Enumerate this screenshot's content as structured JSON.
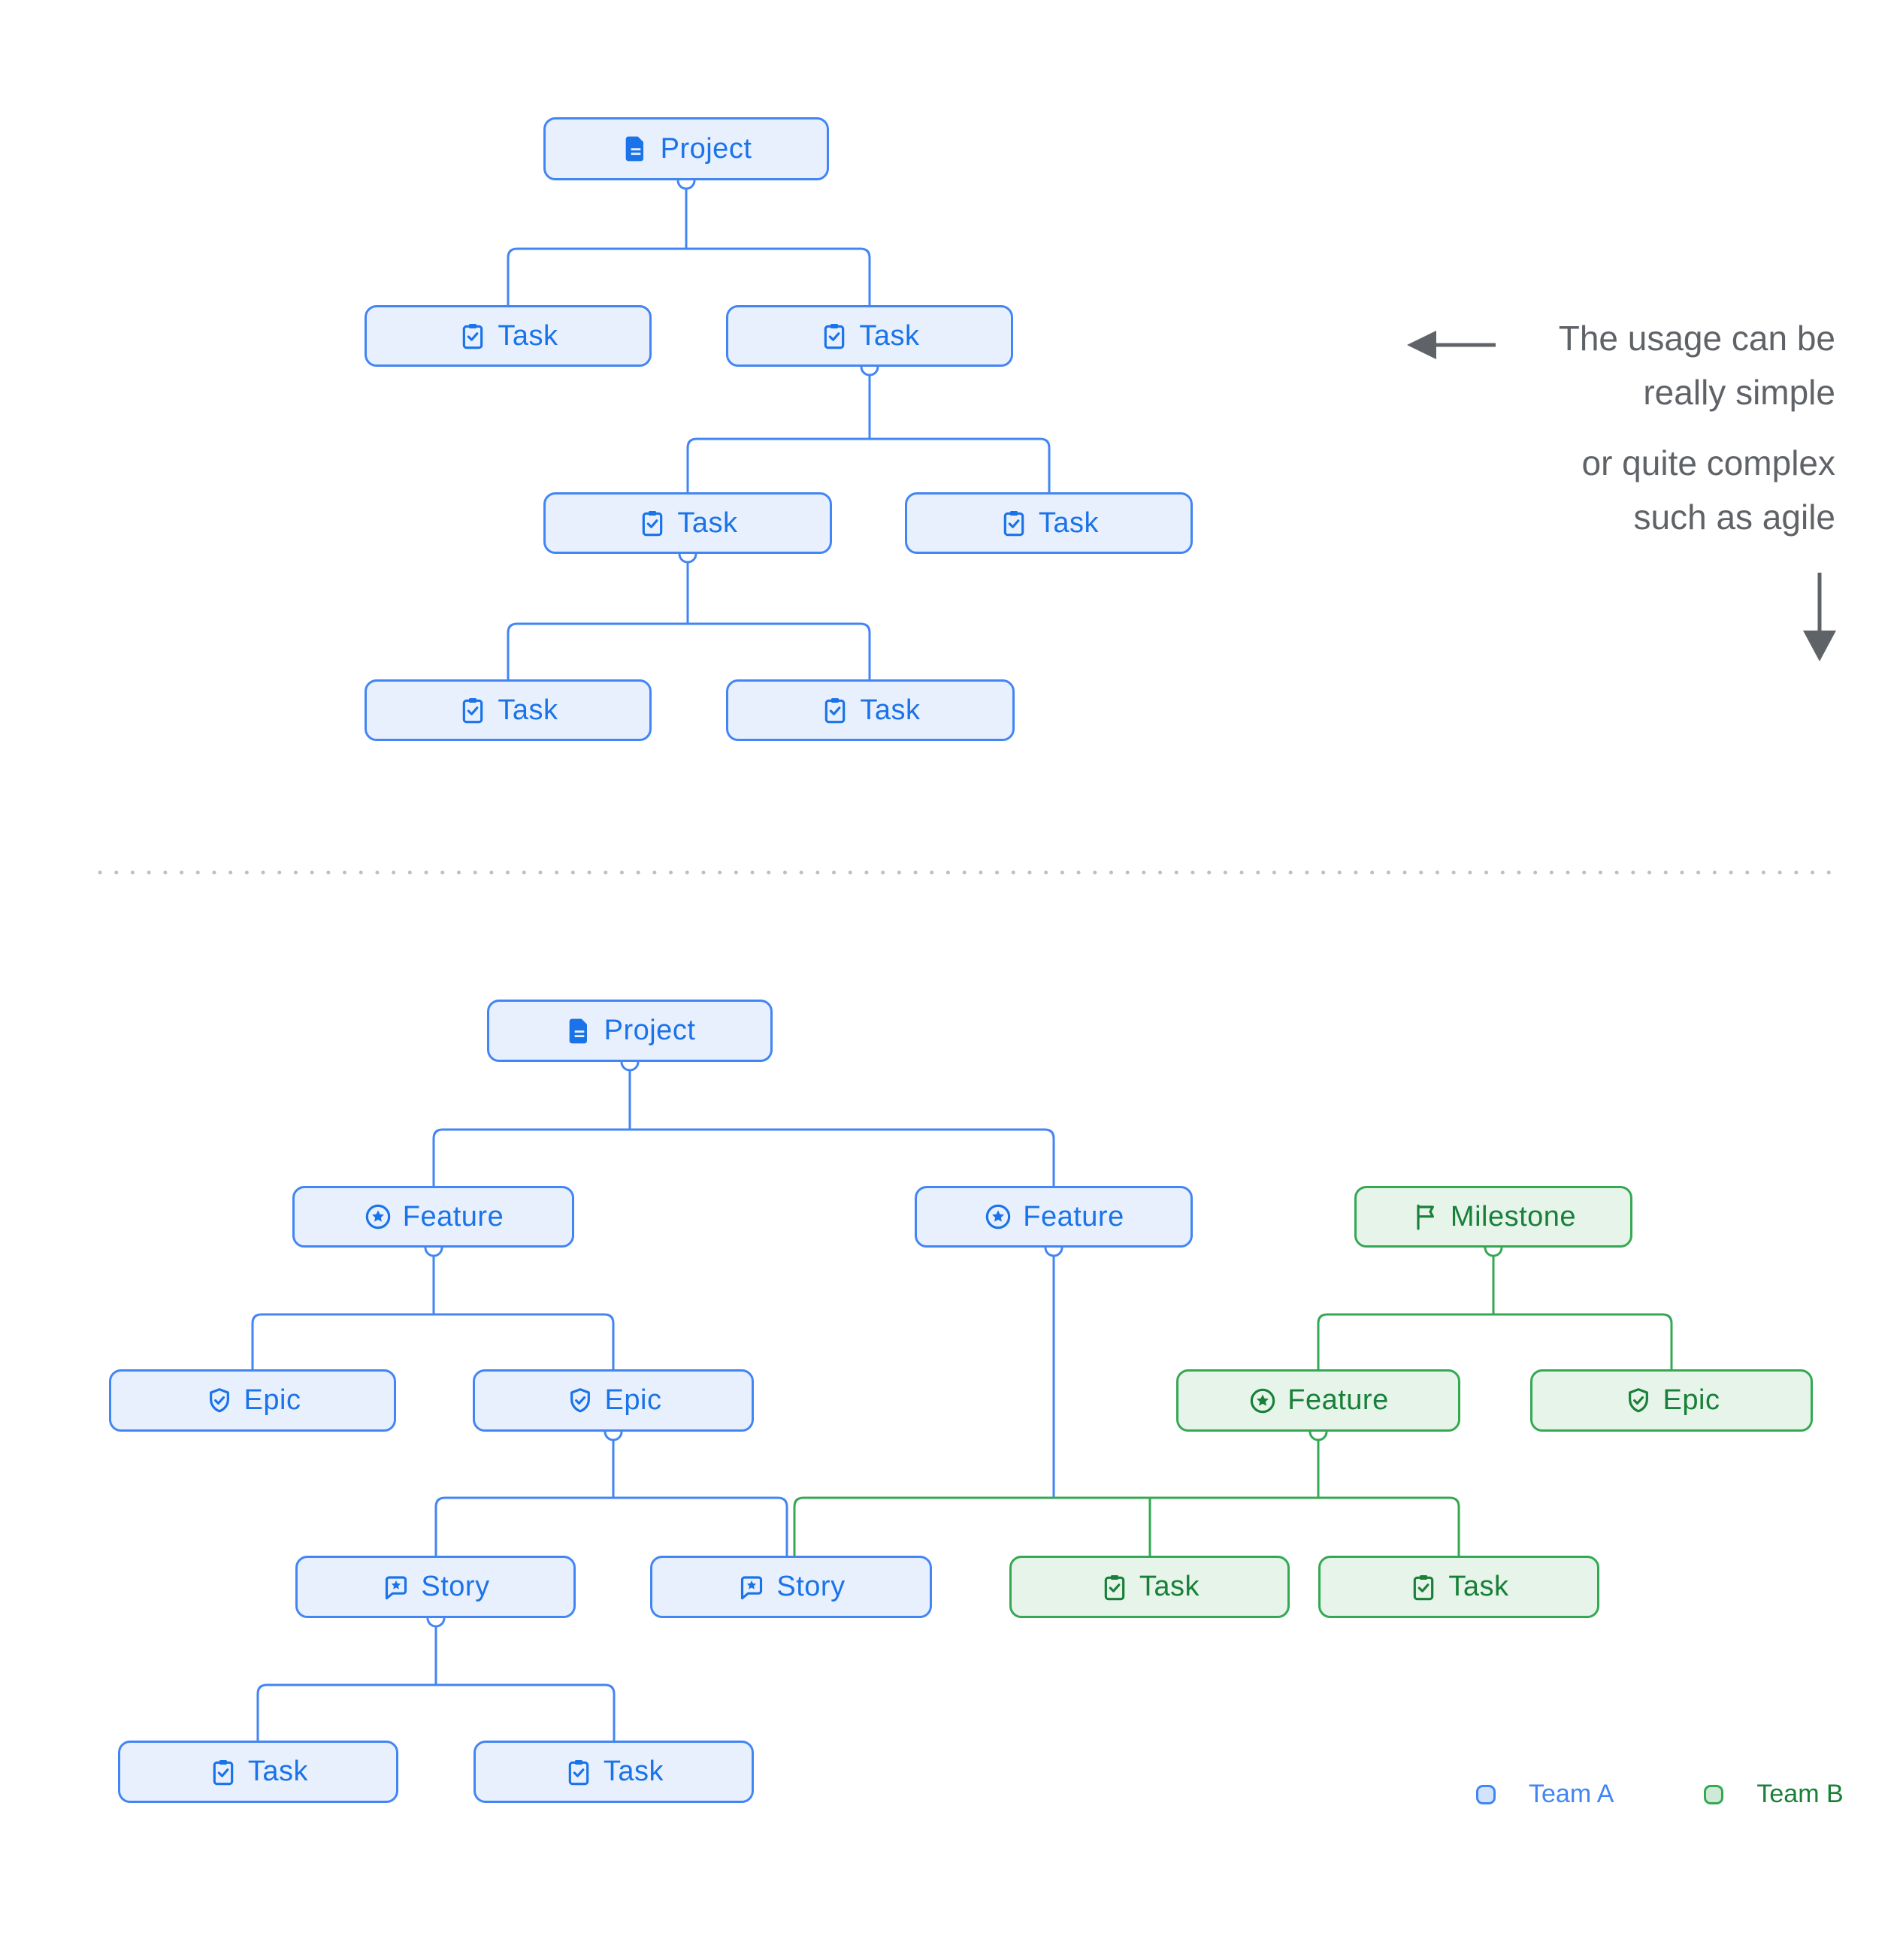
{
  "node_labels": {
    "project": "Project",
    "task": "Task",
    "feature": "Feature",
    "epic": "Epic",
    "story": "Story",
    "milestone": "Milestone"
  },
  "annotation": {
    "paragraph1_line1": "The usage can be",
    "paragraph1_line2": "really simple",
    "paragraph2_line1": "or quite complex",
    "paragraph2_line2": "such as agile"
  },
  "legend": {
    "team_a_label": "Team A",
    "team_b_label": "Team B"
  },
  "icons": {
    "project": "document-icon",
    "task": "clipboard-check-icon",
    "feature": "star-circle-icon",
    "epic": "shield-check-icon",
    "story": "comment-star-icon",
    "milestone": "flag-icon"
  },
  "colors": {
    "team_a_border": "#4285F4",
    "team_a_text": "#1A73E8",
    "team_a_fill": "#E8F0FE",
    "team_b_border": "#34A853",
    "team_b_text": "#188038",
    "team_b_fill": "#E6F4EA",
    "annotation_text": "#5F6368",
    "divider_dots": "#BDC1C6"
  },
  "diagram": {
    "top_tree_description": "simple hierarchy: Project with nested Tasks",
    "bottom_tree_description": "agile hierarchy: Project, Features, Milestone, Epics, Stories, Tasks across Team A and Team B"
  }
}
